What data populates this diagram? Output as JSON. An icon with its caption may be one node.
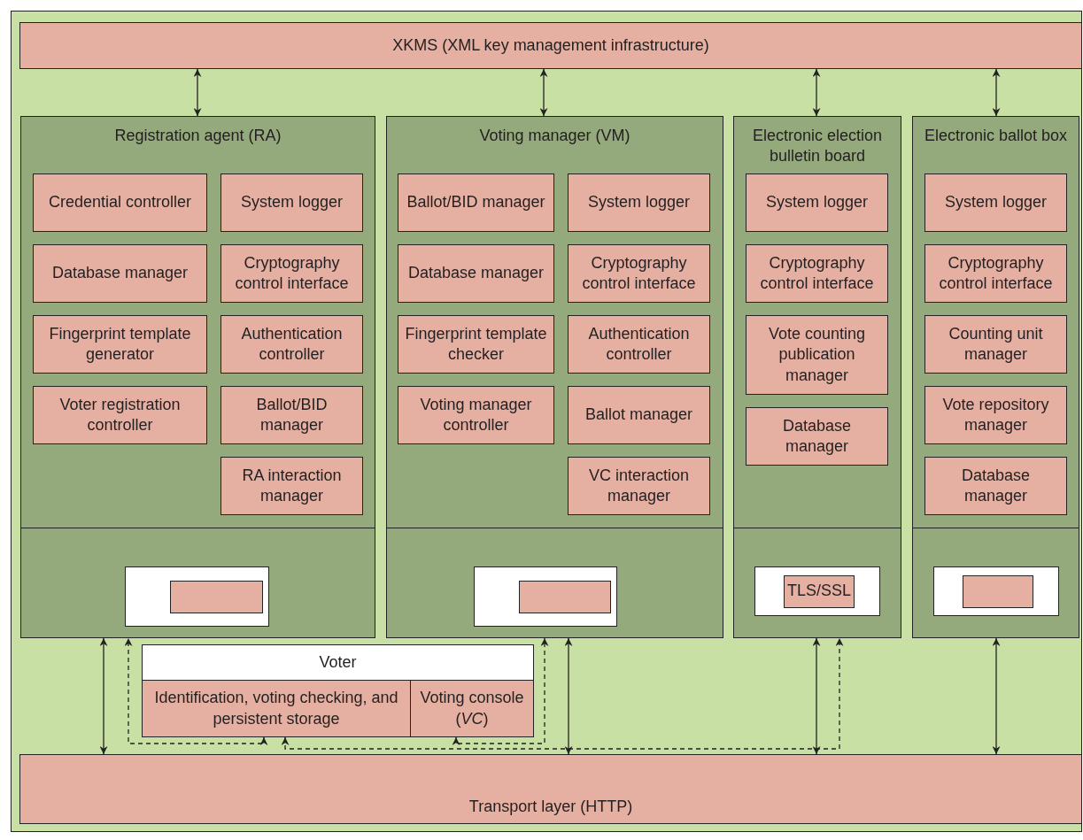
{
  "diagram": {
    "nodes": [
      {
        "text": [
          "XKMS (XML key management infrastructure)"
        ]
      },
      {
        "text": [
          "Registration agent (RA)"
        ]
      },
      {
        "text": [
          "Credential controller"
        ],
        "in": 1
      },
      {
        "text": [
          "System logger"
        ],
        "in": 1
      },
      {
        "text": [
          "Database manager"
        ],
        "in": 1
      },
      {
        "text": [
          "Cryptography control interface"
        ],
        "in": 1
      },
      {
        "text": [
          "Fingerprint template generator"
        ],
        "in": 1
      },
      {
        "text": [
          "Authentication controller"
        ],
        "in": 1
      },
      {
        "text": [
          "Voter registration controller"
        ],
        "in": 1
      },
      {
        "text": [
          "Ballot/BID manager"
        ],
        "in": 1
      },
      {
        "text": [
          "RA interaction manager"
        ],
        "in": 1
      },
      {
        "text": [],
        "shape": "box",
        "in": 1
      },
      {
        "text": [],
        "shape": "box",
        "in": 11
      },
      {
        "text": [],
        "shape": "box",
        "in": 12
      },
      {
        "text": [
          "Voting manager (VM)"
        ]
      },
      {
        "text": [
          "Ballot/BID manager"
        ],
        "in": 14
      },
      {
        "text": [
          "System logger"
        ],
        "in": 14
      },
      {
        "text": [
          "Database manager"
        ],
        "in": 14
      },
      {
        "text": [
          "Cryptography control interface"
        ],
        "in": 14
      },
      {
        "text": [
          "Fingerprint template checker"
        ],
        "in": 14
      },
      {
        "text": [
          "Authentication controller"
        ],
        "in": 14
      },
      {
        "text": [
          "Voting manager controller"
        ],
        "in": 14
      },
      {
        "text": [
          "Ballot manager"
        ],
        "in": 14
      },
      {
        "text": [
          "VC interaction manager"
        ],
        "in": 14
      },
      {
        "text": [],
        "shape": "box",
        "in": 14
      },
      {
        "text": [],
        "shape": "box",
        "in": 24
      },
      {
        "text": [],
        "shape": "box",
        "in": 25
      },
      {
        "text": [
          "Electronic election bulletin board"
        ]
      },
      {
        "text": [
          "System logger"
        ],
        "in": 27
      },
      {
        "text": [
          "Cryptography control interface"
        ],
        "in": 27
      },
      {
        "text": [
          "Vote counting publication manager"
        ],
        "in": 27
      },
      {
        "text": [
          "Database manager"
        ],
        "in": 27
      },
      {
        "text": [],
        "shape": "box",
        "in": 27
      },
      {
        "text": [],
        "shape": "box",
        "in": 32
      },
      {
        "text": [
          "TLS/SSL"
        ],
        "in": 33
      },
      {
        "text": [
          "Electronic ballot box"
        ]
      },
      {
        "text": [
          "System logger"
        ],
        "in": 35
      },
      {
        "text": [
          "Cryptography control interface"
        ],
        "in": 35
      },
      {
        "text": [
          "Counting unit manager"
        ],
        "in": 35
      },
      {
        "text": [
          "Vote repository manager"
        ],
        "in": 35
      },
      {
        "text": [
          "Database manager"
        ],
        "in": 35
      },
      {
        "text": [],
        "shape": "box",
        "in": 35
      },
      {
        "text": [],
        "shape": "box",
        "in": 41
      },
      {
        "text": [],
        "shape": "box",
        "in": 42
      },
      {
        "text": [
          "Voter"
        ]
      },
      {
        "text": [
          "Identification, voting checking, and persistent storage"
        ],
        "in": 44
      },
      {
        "text": [
          "Voting console (*VC*)"
        ],
        "in": 44
      },
      {
        "text": [
          "Transport layer (HTTP)"
        ]
      }
    ],
    "edges": [
      {
        "from": 0,
        "to": 1,
        "arrow": "both"
      },
      {
        "from": 0,
        "to": 14,
        "arrow": "both"
      },
      {
        "from": 0,
        "to": 27,
        "arrow": "both"
      },
      {
        "from": 0,
        "to": 35,
        "arrow": "both"
      },
      {
        "from": 1,
        "to": 47,
        "arrow": "both"
      },
      {
        "from": 14,
        "to": 47,
        "arrow": "both"
      },
      {
        "from": 27,
        "to": 47,
        "arrow": "both"
      },
      {
        "from": 35,
        "to": 47,
        "arrow": "both"
      },
      {
        "from": 45,
        "to": 1,
        "arrow": "both",
        "style": "dashed"
      },
      {
        "from": 45,
        "to": 27,
        "arrow": "both",
        "style": "dashed"
      },
      {
        "from": 46,
        "to": 14,
        "arrow": "both",
        "style": "dashed"
      }
    ]
  }
}
